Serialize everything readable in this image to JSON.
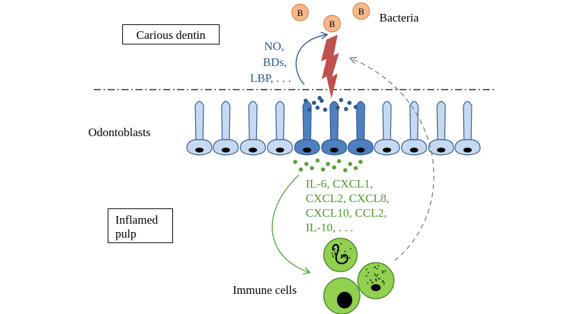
{
  "labels": {
    "carious_dentin": "Carious dentin",
    "bacteria": "Bacteria",
    "odontoblasts": "Odontoblasts",
    "inflamed_pulp": [
      "Inflamed",
      "pulp"
    ],
    "immune_cells": "Immune cells"
  },
  "bacteria_letter": "B",
  "bacterial_products": [
    "NO,",
    "BDs,",
    "LBP, . . ."
  ],
  "cytokines": [
    "IL-6, CXCL1,",
    "CXCL2, CXCL8,",
    "CXCL10, CCL2,",
    "IL-10, . . ."
  ],
  "colors": {
    "bacteria_fill": "#f6b88a",
    "bacteria_stroke": "#d9824a",
    "odontoblast_light": "#c6d9f1",
    "odontoblast_dark": "#4f7fbf",
    "odontoblast_stroke": "#2d5a8c",
    "lightning": "#c0504d",
    "blue_dots": "#2d5a8c",
    "green": "#5aa33c",
    "immune_fill": "#92d050",
    "immune_stroke": "#4a8a2c"
  }
}
